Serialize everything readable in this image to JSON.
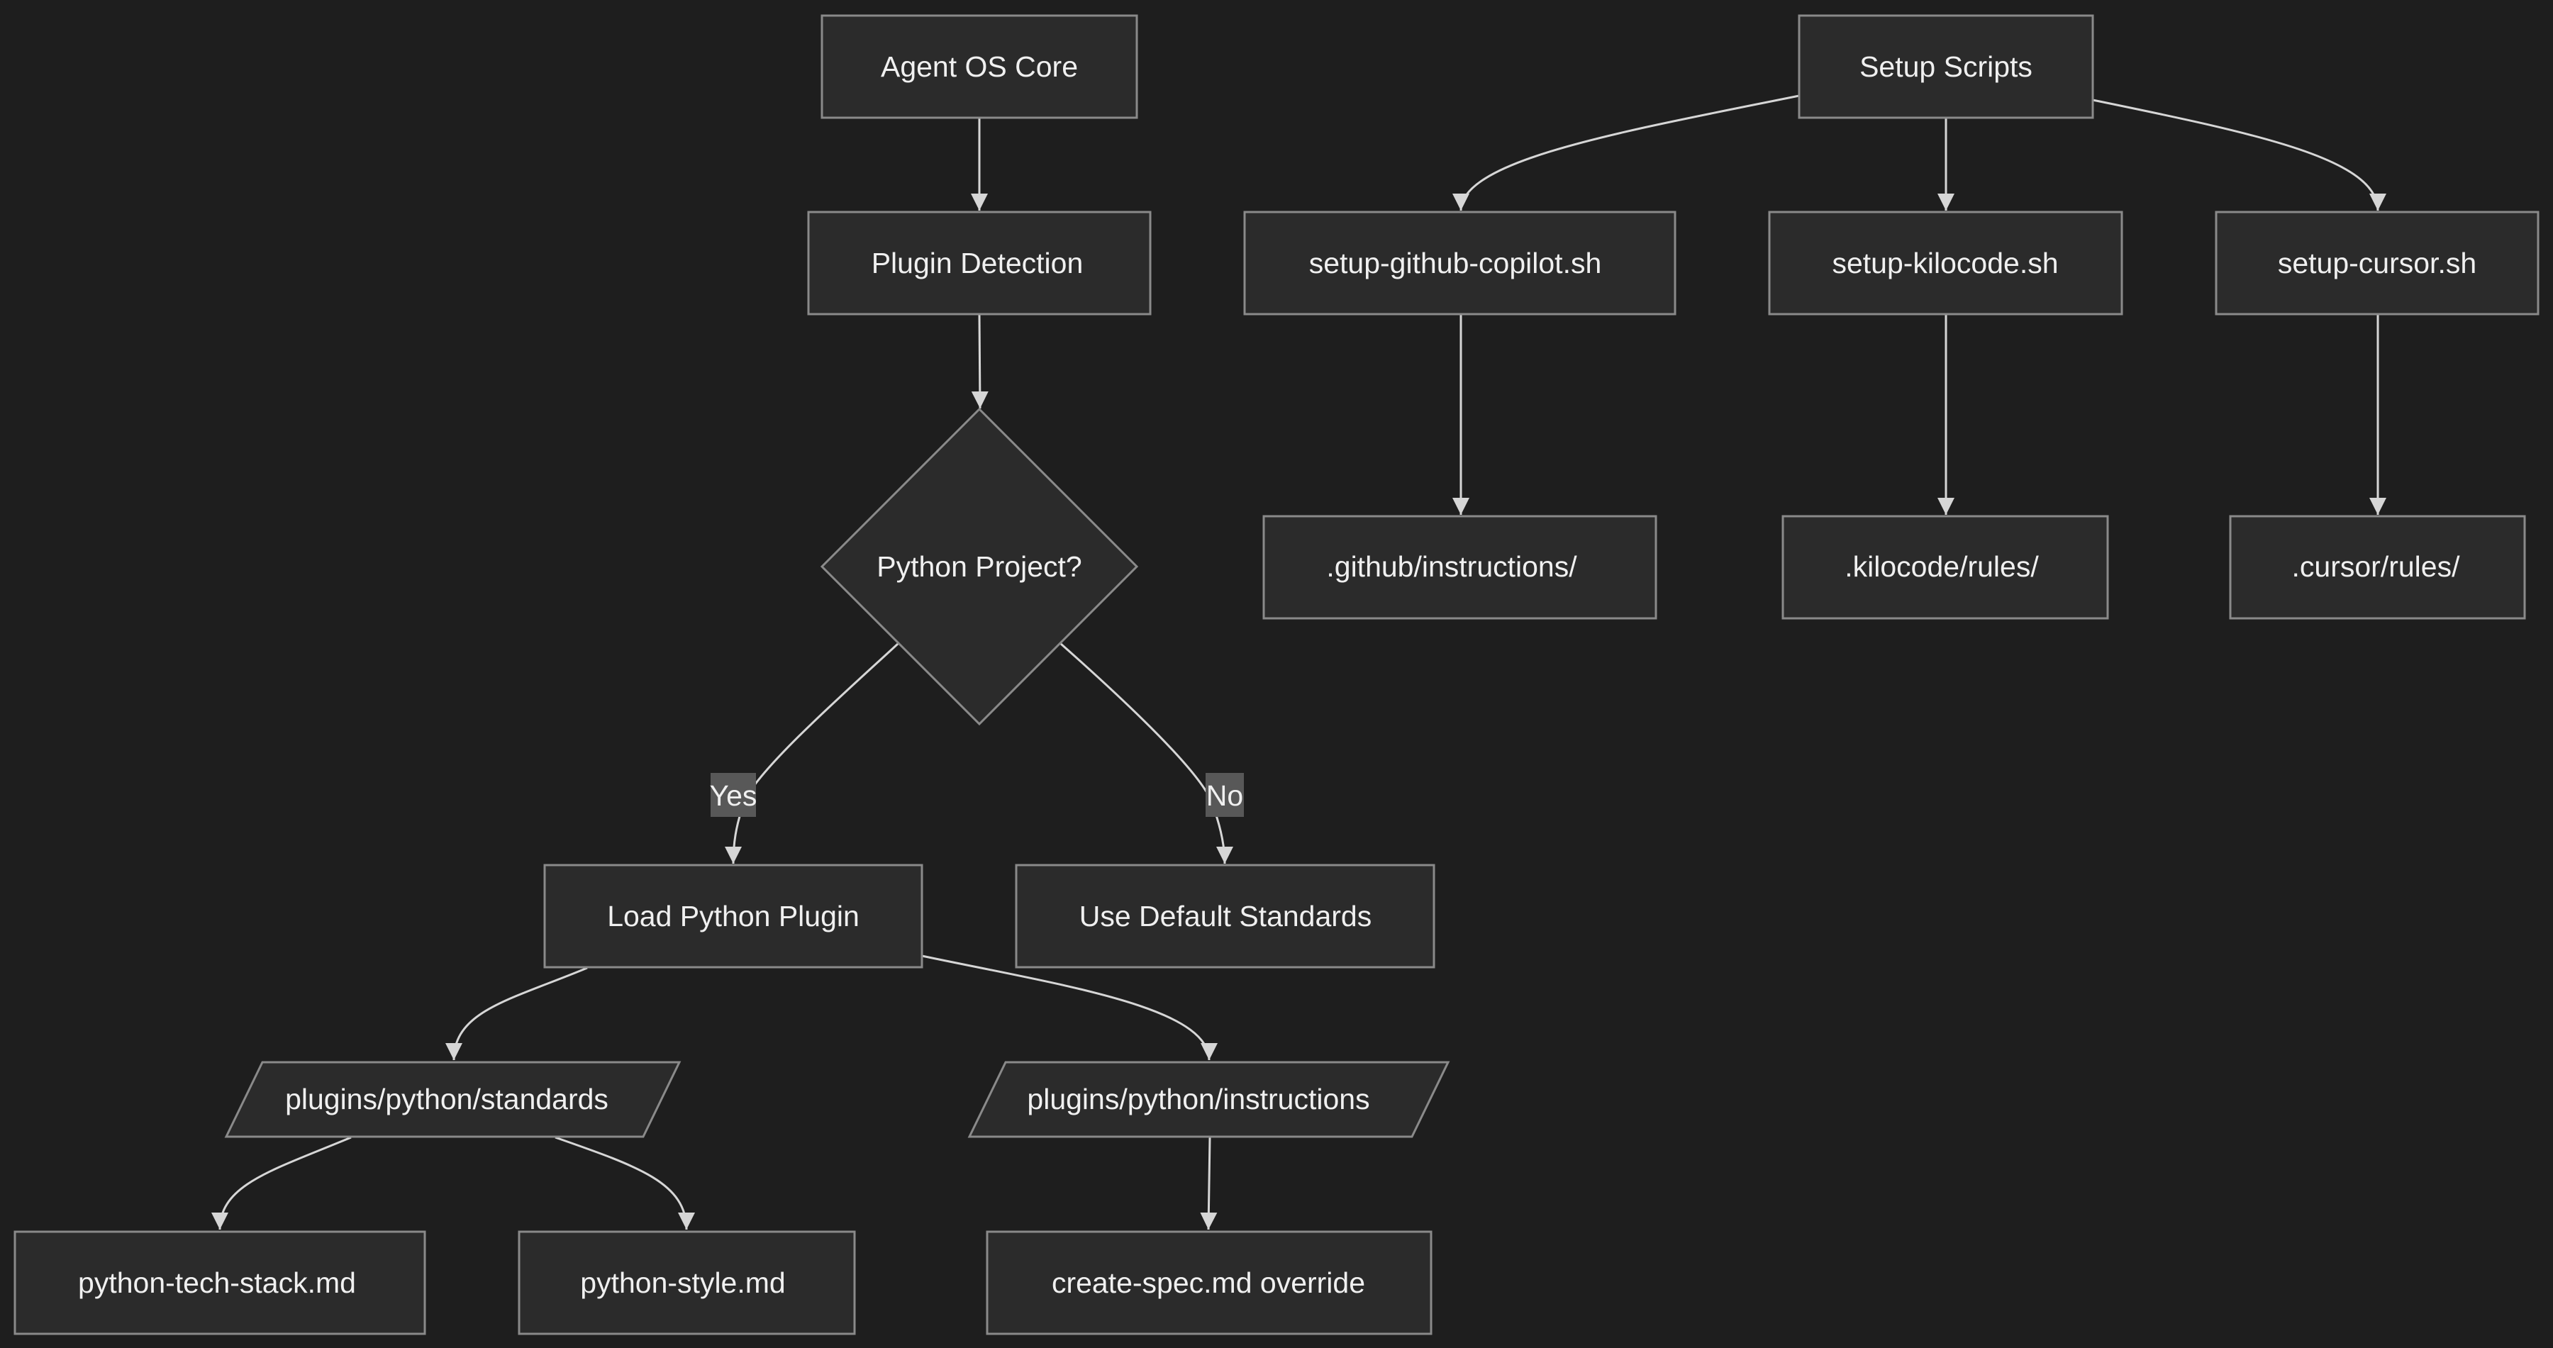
{
  "colors": {
    "background": "#1e1e1e",
    "node_fill": "#2b2b2b",
    "node_border": "#8a8a8a",
    "edge": "#d6d6d6",
    "text": "#f0f0f0",
    "edge_label_bg": "#585858"
  },
  "nodes": {
    "agent_os_core": "Agent OS Core",
    "plugin_detection": "Plugin Detection",
    "python_project": "Python Project?",
    "load_python_plugin": "Load Python Plugin",
    "use_default_standards": "Use Default Standards",
    "plugins_python_standards": "plugins/python/standards",
    "plugins_python_instructions": "plugins/python/instructions",
    "python_tech_stack": "python-tech-stack.md",
    "python_style": "python-style.md",
    "create_spec_override": "create-spec.md override",
    "setup_scripts": "Setup Scripts",
    "setup_github_copilot": "setup-github-copilot.sh",
    "setup_kilocode": "setup-kilocode.sh",
    "setup_cursor": "setup-cursor.sh",
    "github_instructions": ".github/instructions/",
    "kilocode_rules": ".kilocode/rules/",
    "cursor_rules": ".cursor/rules/"
  },
  "edge_labels": {
    "yes": "Yes",
    "no": "No"
  }
}
